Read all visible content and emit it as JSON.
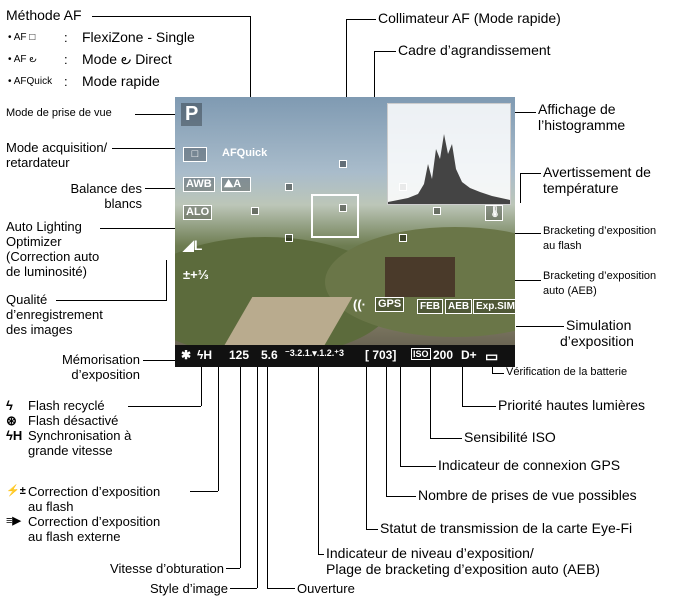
{
  "af": {
    "title": "Méthode AF",
    "modes": [
      {
        "code": "AF □",
        "sep": ":",
        "desc": "FlexiZone - Single"
      },
      {
        "code": "AF ౿",
        "sep": ":",
        "desc": "Mode ౿ Direct"
      },
      {
        "code": "AFQuick",
        "sep": ":",
        "desc": "Mode rapide"
      }
    ]
  },
  "left": {
    "mode_prise": "Mode de prise de vue",
    "acquisition": [
      "Mode acquisition/",
      "retardateur"
    ],
    "balance": [
      "Balance des",
      "blancs"
    ],
    "alo": [
      "Auto Lighting",
      "Optimizer",
      "(Correction auto",
      "de luminosité)"
    ],
    "qualite": [
      "Qualité",
      "d’enregistrement",
      "des images"
    ],
    "memo": [
      "Mémorisation",
      "d’exposition"
    ],
    "flash_list": [
      {
        "sym": "ϟ",
        "txt": "Flash recyclé"
      },
      {
        "sym": "⊛",
        "txt": "Flash désactivé"
      },
      {
        "sym": "ϟH",
        "txt": "Synchronisation à"
      },
      {
        "sym": "",
        "txt": "grande vitesse"
      }
    ],
    "corr_flash": [
      {
        "sym": "⚡±",
        "txt": "Correction d’exposition"
      },
      {
        "sym": "",
        "txt": "au flash"
      },
      {
        "sym": "≡▶",
        "txt": "Correction d’exposition"
      },
      {
        "sym": "",
        "txt": "au flash externe"
      }
    ],
    "vitesse": "Vitesse d’obturation",
    "style": "Style d’image"
  },
  "right": {
    "collimateur": "Collimateur AF (Mode rapide)",
    "cadre": "Cadre d’agrandissement",
    "histo": [
      "Affichage de",
      "l’histogramme"
    ],
    "temp": [
      "Avertissement de",
      "température"
    ],
    "bkt_flash": [
      "Bracketing d’exposition",
      "au flash"
    ],
    "bkt_aeb": [
      "Bracketing d’exposition",
      "auto (AEB)"
    ],
    "simulation": [
      "Simulation",
      "d’exposition"
    ],
    "batterie": "Vérification de la batterie",
    "priorite": "Priorité hautes lumières",
    "iso": "Sensibilité ISO",
    "gps": "Indicateur de connexion GPS",
    "prises": "Nombre de prises de vue possibles",
    "eyefi": "Statut de transmission de la carte Eye-Fi",
    "niveau": [
      "Indicateur de niveau d’exposition/",
      "Plage de bracketing d’exposition auto (AEB)"
    ],
    "ouverture": "Ouverture"
  },
  "screen": {
    "mode": "P",
    "drive": "□",
    "afquick": "AFQuick",
    "wb": "AWB",
    "alo": "ALO",
    "quality": "◢L",
    "fec": "±+⅓",
    "gps": "GPS",
    "feb": "FEB",
    "aeb": "AEB",
    "expsim": "Exp.SIM",
    "wifi": "((·",
    "bar": {
      "star": "✱",
      "flash": "ϟH",
      "shutter": "125",
      "aperture": "5.6",
      "scale": "⁻3.2.1.▾.1.2.⁺3",
      "shots": "[ 703]",
      "iso_label": "ISO",
      "iso": "200",
      "dplus": "D+",
      "battery": "▭"
    }
  }
}
